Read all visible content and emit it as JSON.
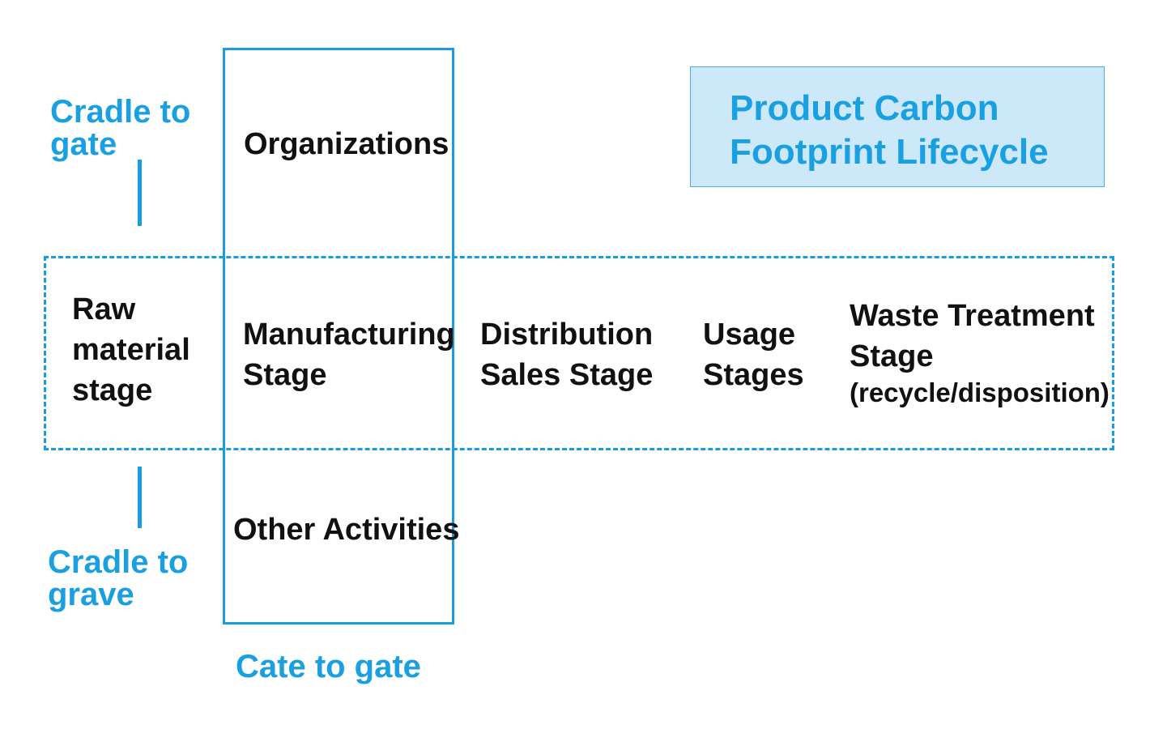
{
  "title": {
    "line1": "Product Carbon",
    "line2": "Footprint Lifecycle"
  },
  "scopes": {
    "cradle_to_gate": {
      "line1": "Cradle to",
      "line2": "gate"
    },
    "cradle_to_grave": {
      "line1": "Cradle to",
      "line2": "grave"
    },
    "gate_to_gate": "Cate to gate"
  },
  "column": {
    "top": "Organizations",
    "bottom": "Other Activities"
  },
  "stages": {
    "raw": {
      "line1": "Raw",
      "line2": "material",
      "line3": "stage"
    },
    "manufacturing": {
      "line1": "Manufacturing",
      "line2": "Stage"
    },
    "distribution": {
      "line1": "Distribution",
      "line2": "Sales Stage"
    },
    "usage": {
      "line1": "Usage",
      "line2": "Stages"
    },
    "waste": {
      "line1": "Waste Treatment",
      "line2": "Stage",
      "line3": "(recycle/disposition)"
    }
  },
  "colors": {
    "accent": "#1aa0e0",
    "title_fill": "#cde9f9",
    "text": "#111111"
  }
}
